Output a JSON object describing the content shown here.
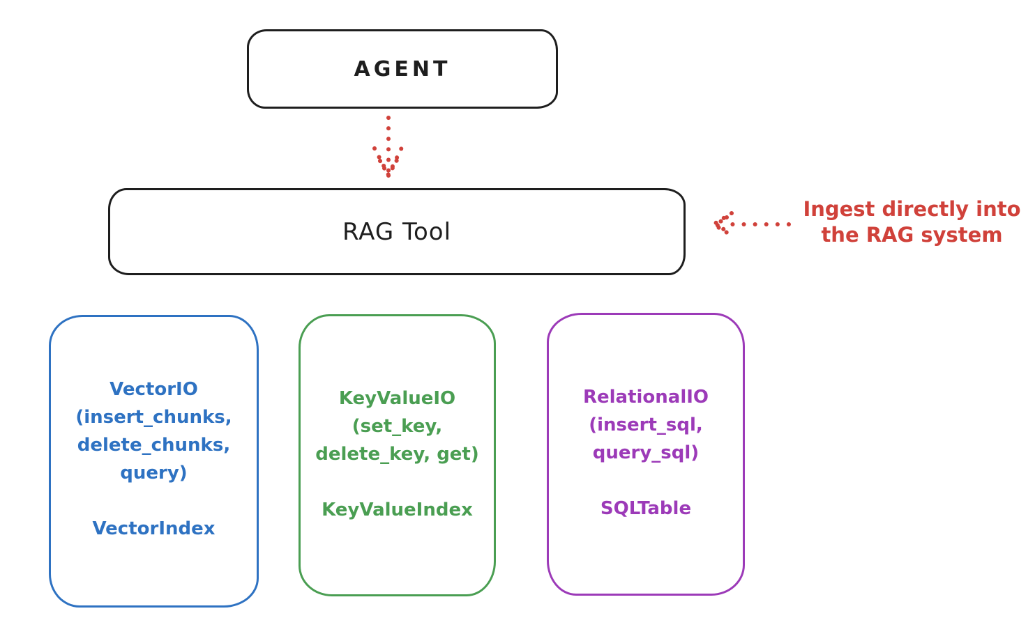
{
  "diagram": {
    "agent": {
      "label": "AGENT"
    },
    "rag_tool": {
      "label": "RAG Tool"
    },
    "annotation": {
      "line1": "Ingest directly into",
      "line2": "the RAG system"
    },
    "backends": {
      "vector": {
        "lines": [
          "VectorIO",
          "(insert_chunks,",
          "delete_chunks,",
          "query)"
        ],
        "index_label": "VectorIndex"
      },
      "keyvalue": {
        "lines": [
          "KeyValueIO",
          "(set_key,",
          "delete_key, get)"
        ],
        "index_label": "KeyValueIndex"
      },
      "relational": {
        "lines": [
          "RelationalIO",
          "(insert_sql,",
          "query_sql)"
        ],
        "index_label": "SQLTable"
      }
    },
    "colors": {
      "ink": "#1e1e1e",
      "red": "#d0413a",
      "blue": "#2e72c2",
      "green": "#4a9e52",
      "purple": "#9c3ab8",
      "background": "#ffffff"
    }
  }
}
